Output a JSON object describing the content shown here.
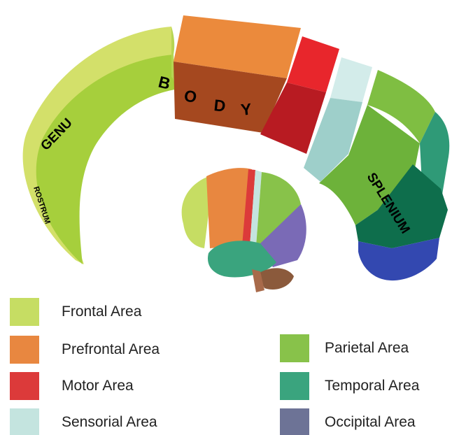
{
  "colors": {
    "frontal": "#c6dd63",
    "prefrontal": "#e88740",
    "motor": "#dc3a3a",
    "sensorial": "#c4e4df",
    "parietal": "#88c24a",
    "temporal": "#3aa47e",
    "occipital": "#6d7396",
    "cerebellum": "#8b5a3c",
    "brainstem": "#a86a4a"
  },
  "labels": {
    "genu": "GENU",
    "rostrum": "ROSTRUM",
    "body": [
      "B",
      "O",
      "D",
      "Y"
    ],
    "splenium": "SPLENIUM"
  },
  "legend": {
    "items": [
      {
        "label": "Frontal Area",
        "color": "#c6dd63"
      },
      {
        "label": "Prefrontal Area",
        "color": "#e88740"
      },
      {
        "label": "Motor Area",
        "color": "#dc3a3a"
      },
      {
        "label": "Sensorial Area",
        "color": "#c4e4df"
      },
      {
        "label": "Parietal Area",
        "color": "#88c24a"
      },
      {
        "label": "Temporal Area",
        "color": "#3aa47e"
      },
      {
        "label": "Occipital Area",
        "color": "#6d7396"
      }
    ]
  }
}
